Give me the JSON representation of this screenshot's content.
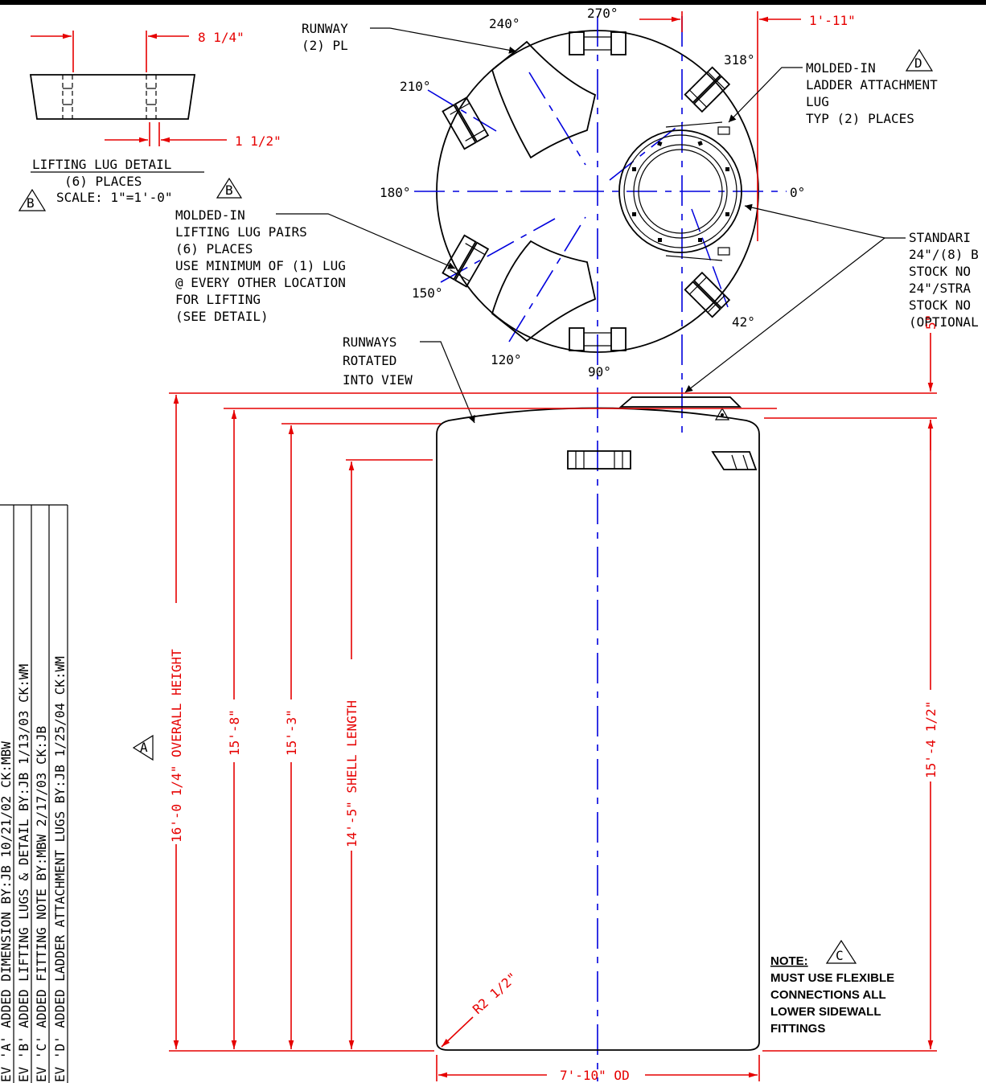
{
  "colors": {
    "dimension": "#e60000",
    "centerline": "#0000dd",
    "linework": "#000000",
    "background": "#ffffff"
  },
  "lifting_lug_detail": {
    "dim_top": "8 1/4\"",
    "dim_bottom": "1 1/2\"",
    "title": "LIFTING LUG DETAIL",
    "places": "(6) PLACES",
    "scale": "SCALE: 1\"=1'-0\"",
    "rev_mark": "B"
  },
  "plan_view": {
    "angles": {
      "a270": "270°",
      "a240": "240°",
      "a210": "210°",
      "a180": "180°",
      "a150": "150°",
      "a120": "120°",
      "a90": "90°",
      "a42": "42°",
      "a0": "0°",
      "a318": "318°"
    },
    "runway_note": {
      "line1": "RUNWAY",
      "line2": "(2) PL"
    },
    "dim_top_right": "1'-11\"",
    "ladder_note": {
      "rev_mark": "D",
      "line1": "MOLDED-IN",
      "line2": "LADDER ATTACHMENT",
      "line3": "LUG",
      "line4": "TYP (2) PLACES"
    },
    "lug_pairs_note": {
      "rev_mark": "B",
      "line1": "MOLDED-IN",
      "line2": "LIFTING LUG PAIRS",
      "line3": "(6) PLACES",
      "line4": "USE MINIMUM OF (1) LUG",
      "line5": "@ EVERY OTHER LOCATION",
      "line6": "FOR LIFTING",
      "line7": "(SEE DETAIL)"
    },
    "manway_note": {
      "line1": "STANDARI",
      "line2": "24\"/(8) B",
      "line3": "STOCK NO",
      "line4": "24\"/STRA",
      "line5": "STOCK NO",
      "line6": "(OPTIONAL"
    }
  },
  "elevation": {
    "runways_note": {
      "line1": "RUNWAYS",
      "line2": "ROTATED",
      "line3": "INTO VIEW"
    },
    "dim_overall": "16'-0 1/4\" OVERALL HEIGHT",
    "dim_overall_rev": "A",
    "dim_15_8": "15'-8\"",
    "dim_15_3": "15'-3\"",
    "dim_shell": "14'-5\" SHELL LENGTH",
    "dim_15_4": "15'-4 1/2\"",
    "dim_5": "5\"",
    "dim_od": "7'-10\" OD",
    "dim_radius": "R2 1/2\""
  },
  "note": {
    "title": "NOTE:",
    "rev_mark": "C",
    "line1": "MUST USE FLEXIBLE",
    "line2": "CONNECTIONS ALL",
    "line3": "LOWER SIDEWALL",
    "line4": "FITTINGS"
  },
  "revisions": [
    "EV 'A' ADDED DIMENSION BY:JB 10/21/02 CK:MBW",
    "EV 'B' ADDED LIFTING LUGS & DETAIL BY:JB 1/13/03 CK:WM",
    "EV 'C' ADDED FITTING NOTE BY:MBW 2/17/03 CK:JB",
    "EV 'D' ADDED LADDER ATTACHMENT LUGS BY:JB 1/25/04 CK:WM"
  ]
}
